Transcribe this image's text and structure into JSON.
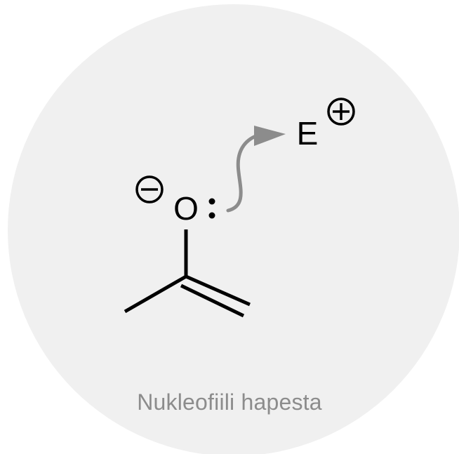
{
  "diagram": {
    "background_color": "#f0f0f0",
    "bond_color": "#000000",
    "arrow_color": "#8c8c8c",
    "caption_color": "#8c8c8c",
    "atoms": {
      "oxygen": "O",
      "lone_pair": ":",
      "electrophile": "E"
    },
    "charges": {
      "oxygen": "negative",
      "electrophile": "positive"
    },
    "caption": "Nukleofiili hapesta"
  }
}
